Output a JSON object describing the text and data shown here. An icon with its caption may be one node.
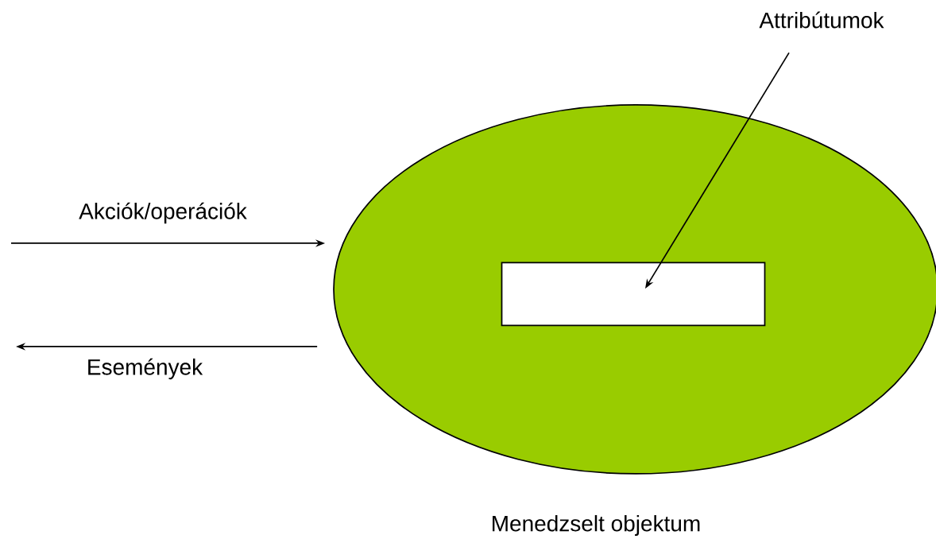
{
  "diagram": {
    "nodes": [
      {
        "text": [
          "Menedzselt objektum"
        ]
      },
      {
        "text": [],
        "shape": "box",
        "in": 0
      },
      {
        "text": [
          "Attribútumok"
        ]
      }
    ],
    "edges": [
      {
        "from": null,
        "to": 0,
        "arrow": "to",
        "label": "Akciók/operációk"
      },
      {
        "from": 0,
        "to": null,
        "arrow": "to",
        "label": "Események"
      },
      {
        "from": 2,
        "to": 1,
        "arrow": "to"
      }
    ]
  }
}
